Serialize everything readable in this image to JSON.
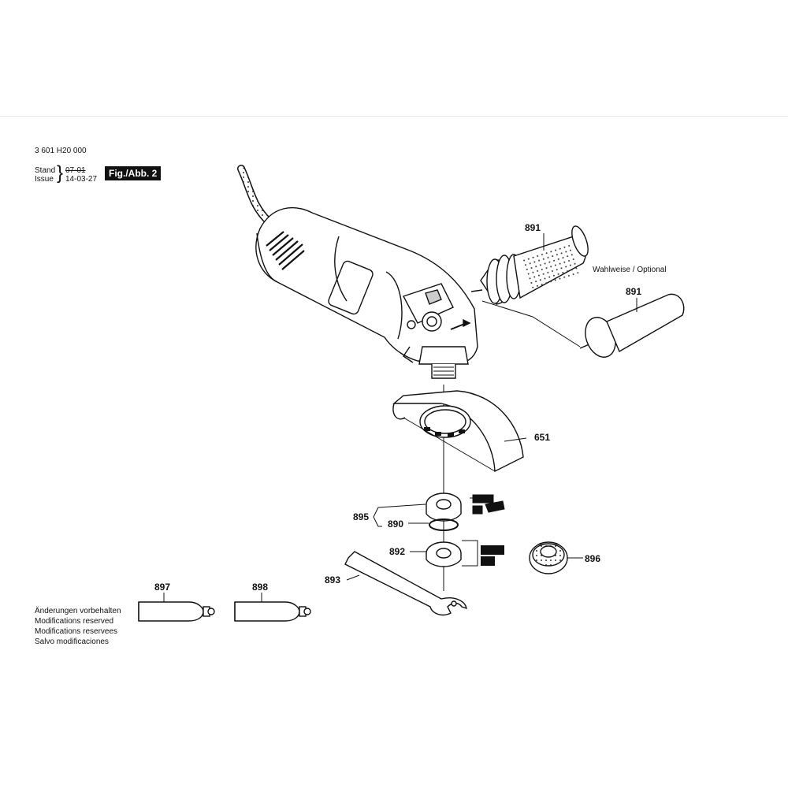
{
  "header": {
    "part_number": "3 601 H20 000",
    "stand_label": "Stand",
    "issue_label": "Issue",
    "stand_date": "07-01",
    "issue_date": "14-03-27",
    "figure_label": "Fig./Abb. 2"
  },
  "optional_note": "Wahlweise / Optional",
  "part_labels": {
    "handle_a": "891",
    "handle_b": "891",
    "guard": "651",
    "flange_assembly": "895",
    "o_ring": "890",
    "clamping_nut": "892",
    "wrench": "893",
    "quick_nut": "896",
    "grease_tube_a": "897",
    "grease_tube_b": "898"
  },
  "disclaimer": {
    "de": "Änderungen vorbehalten",
    "en": "Modifications reserved",
    "fr": "Modifications reservees",
    "es": "Salvo modificaciones"
  }
}
